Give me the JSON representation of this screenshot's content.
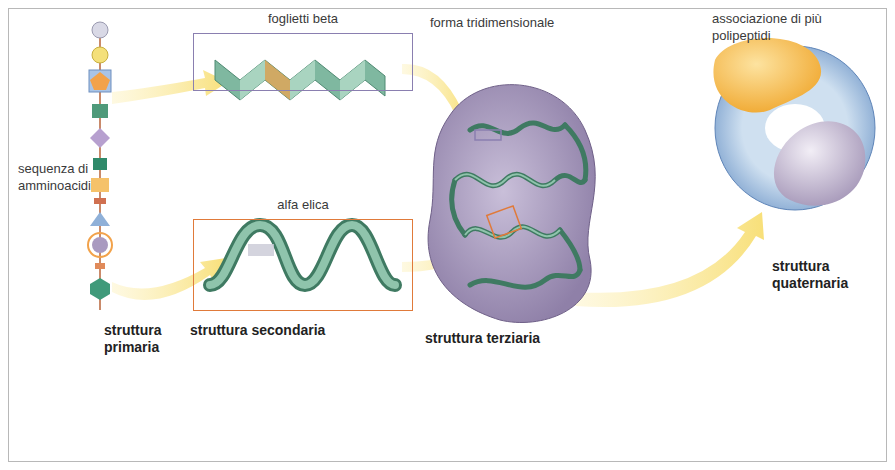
{
  "diagram": {
    "nodes": [
      {
        "text": [
          "foglietti beta"
        ]
      },
      {
        "text": [
          "alfa elica"
        ]
      }
    ],
    "labels": [
      "sequenza di amminoacidi",
      "struttura primaria",
      "struttura secondaria",
      "forma tridimensionale",
      "struttura terziaria",
      "associazione di più polipeptidi",
      "struttura quaternaria"
    ]
  }
}
